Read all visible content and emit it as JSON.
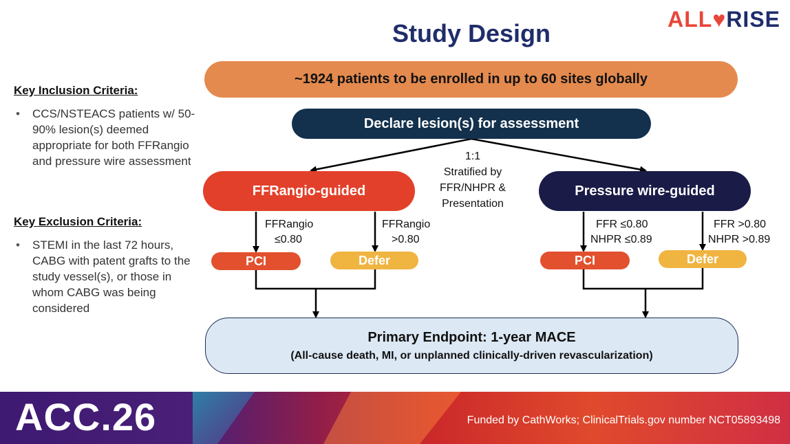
{
  "logo": {
    "part1": "ALL",
    "heart": "♥",
    "part2": "RISE"
  },
  "title": "Study Design",
  "inclusion": {
    "heading": "Key Inclusion Criteria:",
    "items": [
      "CCS/NSTEACS patients w/ 50-90% lesion(s) deemed appropriate for both FFRangio and pressure wire assessment"
    ]
  },
  "exclusion": {
    "heading": "Key Exclusion Criteria:",
    "items": [
      "STEMI in the last 72 hours, CABG with patent grafts to the study vessel(s), or those in whom CABG was being considered"
    ]
  },
  "flow": {
    "enroll": "~1924 patients to be enrolled in up to 60 sites globally",
    "declare": "Declare lesion(s) for assessment",
    "randomization": {
      "ratio": "1:1",
      "line1": "Stratified by",
      "line2": "FFR/NHPR &",
      "line3": "Presentation"
    },
    "left_arm": {
      "label": "FFRangio-guided",
      "branch_left": {
        "line1": "FFRangio",
        "line2": "≤0.80",
        "outcome": "PCI"
      },
      "branch_right": {
        "line1": "FFRangio",
        "line2": ">0.80",
        "outcome": "Defer"
      }
    },
    "right_arm": {
      "label": "Pressure wire-guided",
      "branch_left": {
        "line1": "FFR ≤0.80",
        "line2": "NHPR ≤0.89",
        "outcome": "PCI"
      },
      "branch_right": {
        "line1": "FFR >0.80",
        "line2": "NHPR >0.89",
        "outcome": "Defer"
      }
    },
    "endpoint": {
      "title": "Primary Endpoint: 1-year MACE",
      "subtitle": "(All-cause death, MI, or unplanned clinically-driven revascularization)"
    }
  },
  "footer": {
    "event": "ACC.26",
    "funding": "Funded by CathWorks; ClinicalTrials.gov number NCT05893498"
  },
  "colors": {
    "title": "#1f2d6b",
    "enroll": "#e48a4e",
    "declare": "#13314c",
    "ffrangio": "#e2402a",
    "pressure_wire": "#1a1b47",
    "pci": "#e2502e",
    "defer": "#f0b441",
    "endpoint_fill": "#dce8f4"
  }
}
